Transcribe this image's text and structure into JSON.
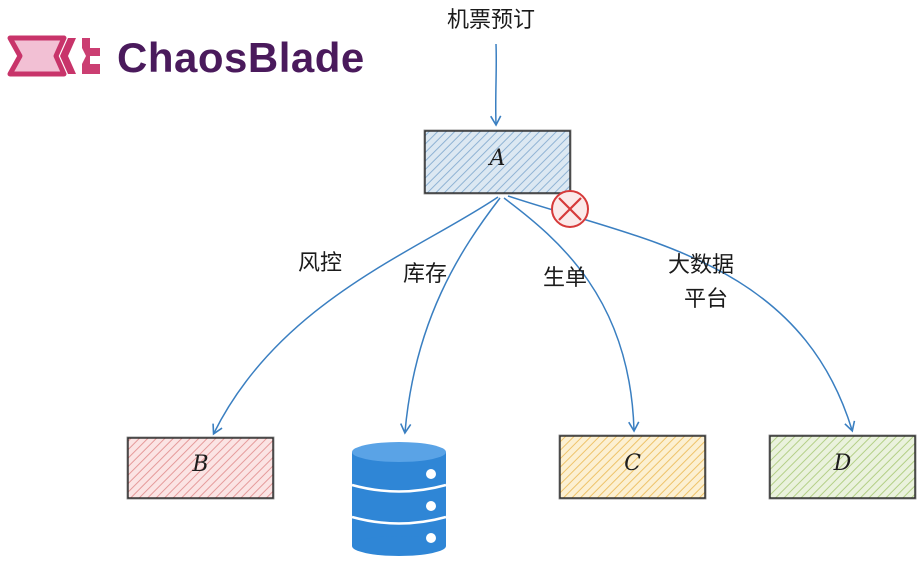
{
  "logo": {
    "text": "ChaosBlade",
    "brand_color": "#4a1a5c",
    "icon_color": "#c8346a",
    "icon_fill": "#f2c0d4"
  },
  "diagram": {
    "entry_label": "机票预订",
    "nodes": {
      "a": {
        "label": "A",
        "fill": "#bcd3e6",
        "stroke": "#2a2a2a"
      },
      "b": {
        "label": "B",
        "fill": "#f3c8c8",
        "stroke": "#2a2a2a"
      },
      "c": {
        "label": "C",
        "fill": "#f7dfa3",
        "stroke": "#2a2a2a"
      },
      "d": {
        "label": "D",
        "fill": "#d7e6b8",
        "stroke": "#2a2a2a"
      }
    },
    "edges": [
      {
        "id": "a-b",
        "label": "风控"
      },
      {
        "id": "a-db",
        "label": "库存"
      },
      {
        "id": "a-c",
        "label": "生单"
      },
      {
        "id": "a-d",
        "label_line1": "大数据",
        "label_line2": "平台",
        "blocked": true
      }
    ],
    "edge_color": "#3a7fc1",
    "block_color": "#d63a3a",
    "database_color": "#2f86d6"
  }
}
